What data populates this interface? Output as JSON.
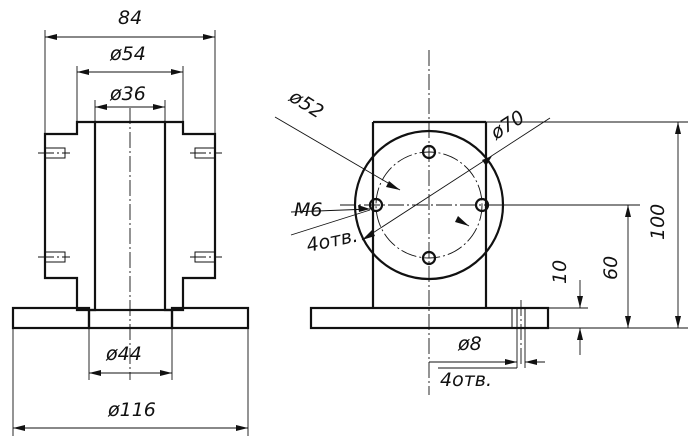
{
  "front_view": {
    "dims": {
      "overall_width": "84",
      "d54": "ø54",
      "d36": "ø36",
      "d44": "ø44",
      "d116": "ø116"
    }
  },
  "top_view": {
    "dims": {
      "d52": "ø52",
      "d70": "ø70",
      "thread": "M6",
      "thread_count": "4отв.",
      "d8": "ø8",
      "hole_count": "4отв.",
      "h10": "10",
      "h60": "60",
      "h100": "100"
    }
  }
}
